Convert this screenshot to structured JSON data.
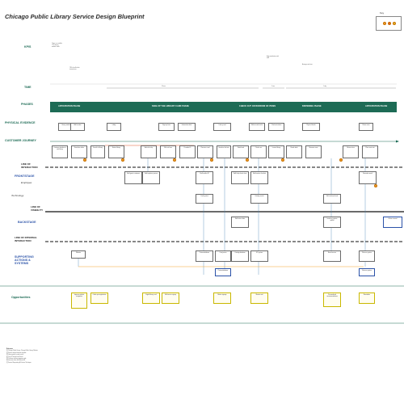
{
  "title": "Chicago Public Library Service Design Blueprint",
  "key": {
    "title": "Key"
  },
  "row_labels": {
    "kpis": "KPIS",
    "time": "TIME",
    "phases": "PHASES",
    "physical_evidence": "PHYSICAL EVIDENCE",
    "customer_journey": "CUSTOMER JOURNEY",
    "line_of_interaction": "LINE OF INTERACTION",
    "frontstage": "FRONTSTAGE",
    "employee": "Employee",
    "technology": "Technology",
    "line_of_visibility": "LINE OF VISIBILITY",
    "backstage": "BACKSTAGE",
    "line_of_internal_interaction": "LINE OF INTERNAL INTERACTION",
    "supporting": "SUPPORTING ACTIONS & SYSTEMS",
    "opportunities": "Opportunities"
  },
  "kpis": [
    "There is a notable 77% drop in website traffic",
    "78% of self-check transactions",
    "High satisfaction with staff",
    "Average wait time"
  ],
  "time_labels": [
    "20 min",
    "5 min",
    "1 day"
  ],
  "phases": [
    "ANTICIPATION PHASE",
    "SIGN-UP THE LIBRARY CARD PHASE",
    "CHECK OUT OR BORROW OF ITEMS",
    "BROWSING PHASE",
    "ANTICIPATION PHASE"
  ],
  "physical_evidence": [
    "Library website",
    "Ask location",
    "Lobby",
    "Sign-up form",
    "Information desk",
    "Library card",
    "Shelves and stacks",
    "Checkout station",
    "Physical books",
    "Return area"
  ],
  "journey": [
    "Customer decides to visit library",
    "Searches online",
    "Travels to library",
    "Enters library",
    "Asks for help",
    "Fills out form",
    "Provides ID",
    "Receives card",
    "Searches for item",
    "Finds book",
    "Checks out",
    "Leaves library",
    "Reads book",
    "Browses more",
    "Returns item",
    "Plans next visit"
  ],
  "frontstage": [
    "Staff greets customer",
    "Staff explains process",
    "Staff verifies ID",
    "Staff helps locate item",
    "Staff assists checkout",
    "Reminder email"
  ],
  "technology": [
    "Card system",
    "Catalog search",
    "Self-checkout kiosk"
  ],
  "backstage": [
    "Staff enters data",
    "Inventory system update",
    "Online renewal"
  ],
  "supporting": [
    "Website",
    "Patron database",
    "Card printer",
    "Catalog database",
    "ILS system",
    "Email service",
    "Returns system"
  ],
  "opportunities": [
    "Improve website navigation",
    "Online pre-registration",
    "Digital library card",
    "Self-service signup",
    "Better signage",
    "Shorter wait",
    "Personalized recommendations",
    "Reminders"
  ],
  "references_title": "References",
  "references": [
    "[1] Chicago Public Library. Chicago Public Library Website.",
    "[2] Service design blueprint template.",
    "[3] Library patron survey results.",
    "[4] City of Chicago Data Portal.",
    "[5] Customer journey mapping guide.",
    "[6] Interview notes with library staff.",
    "[7] Service Blueprinting: A Practical Technique."
  ]
}
